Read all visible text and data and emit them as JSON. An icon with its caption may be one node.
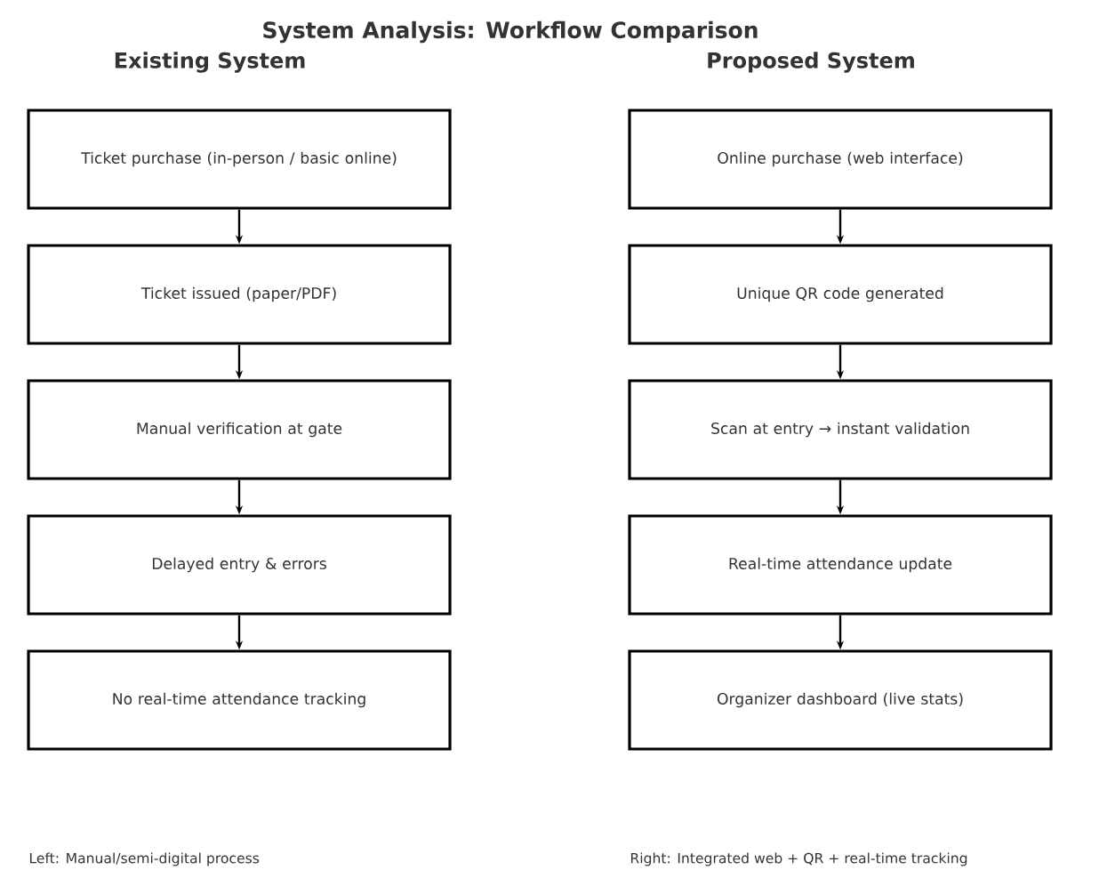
{
  "diagram": {
    "title": "System Analysis: Workflow Comparison",
    "nodes": [
      {
        "text": [
          "Ticket purchase (in-person / basic online)"
        ]
      },
      {
        "text": [
          "Ticket issued (paper/PDF)"
        ]
      },
      {
        "text": [
          "Manual verification at gate"
        ]
      },
      {
        "text": [
          "Delayed entry & errors"
        ]
      },
      {
        "text": [
          "No real-time attendance tracking"
        ]
      },
      {
        "text": [
          "Online purchase (web interface)"
        ]
      },
      {
        "text": [
          "Unique QR code generated"
        ]
      },
      {
        "text": [
          "Scan at entry → instant validation"
        ]
      },
      {
        "text": [
          "Real-time attendance update"
        ]
      },
      {
        "text": [
          "Organizer dashboard (live stats)"
        ]
      }
    ],
    "edges": [
      {
        "from": 0,
        "to": 1,
        "arrow": "to"
      },
      {
        "from": 1,
        "to": 2,
        "arrow": "to"
      },
      {
        "from": 2,
        "to": 3,
        "arrow": "to"
      },
      {
        "from": 3,
        "to": 4,
        "arrow": "to"
      },
      {
        "from": 5,
        "to": 6,
        "arrow": "to"
      },
      {
        "from": 6,
        "to": 7,
        "arrow": "to"
      },
      {
        "from": 7,
        "to": 8,
        "arrow": "to"
      },
      {
        "from": 8,
        "to": 9,
        "arrow": "to"
      }
    ],
    "labels": [
      "Existing System",
      "Proposed System",
      "Left: Manual/semi-digital process",
      "Right: Integrated web + QR + real-time tracking"
    ]
  }
}
